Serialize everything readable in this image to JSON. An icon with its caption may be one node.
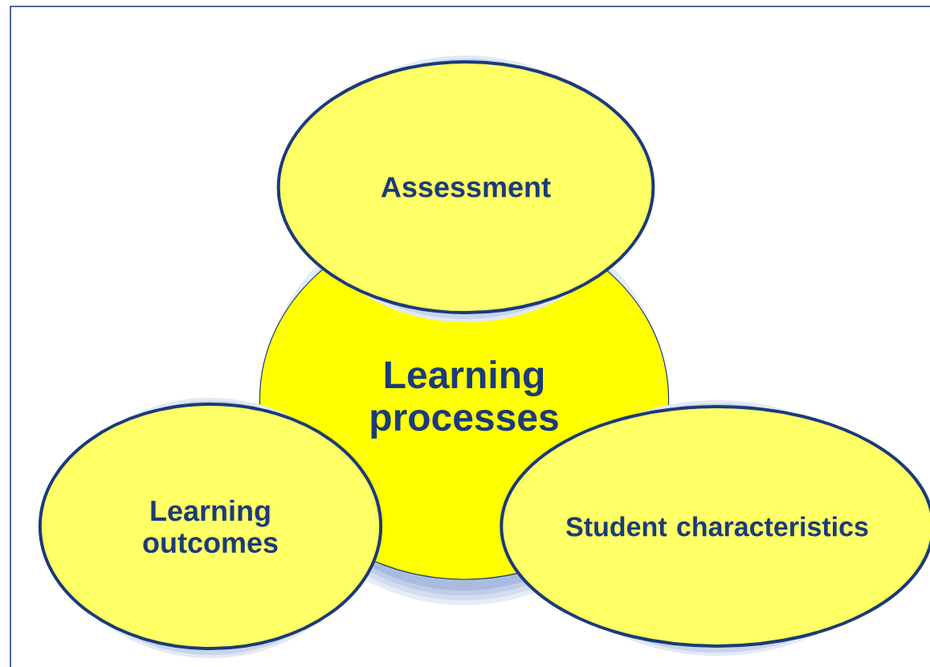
{
  "diagram": {
    "nodes": [
      {
        "text": [
          "Assessment"
        ]
      },
      {
        "text": [
          "Learning processes"
        ]
      },
      {
        "text": [
          "Learning outcomes"
        ]
      },
      {
        "text": [
          "Student characteristics"
        ]
      }
    ]
  }
}
